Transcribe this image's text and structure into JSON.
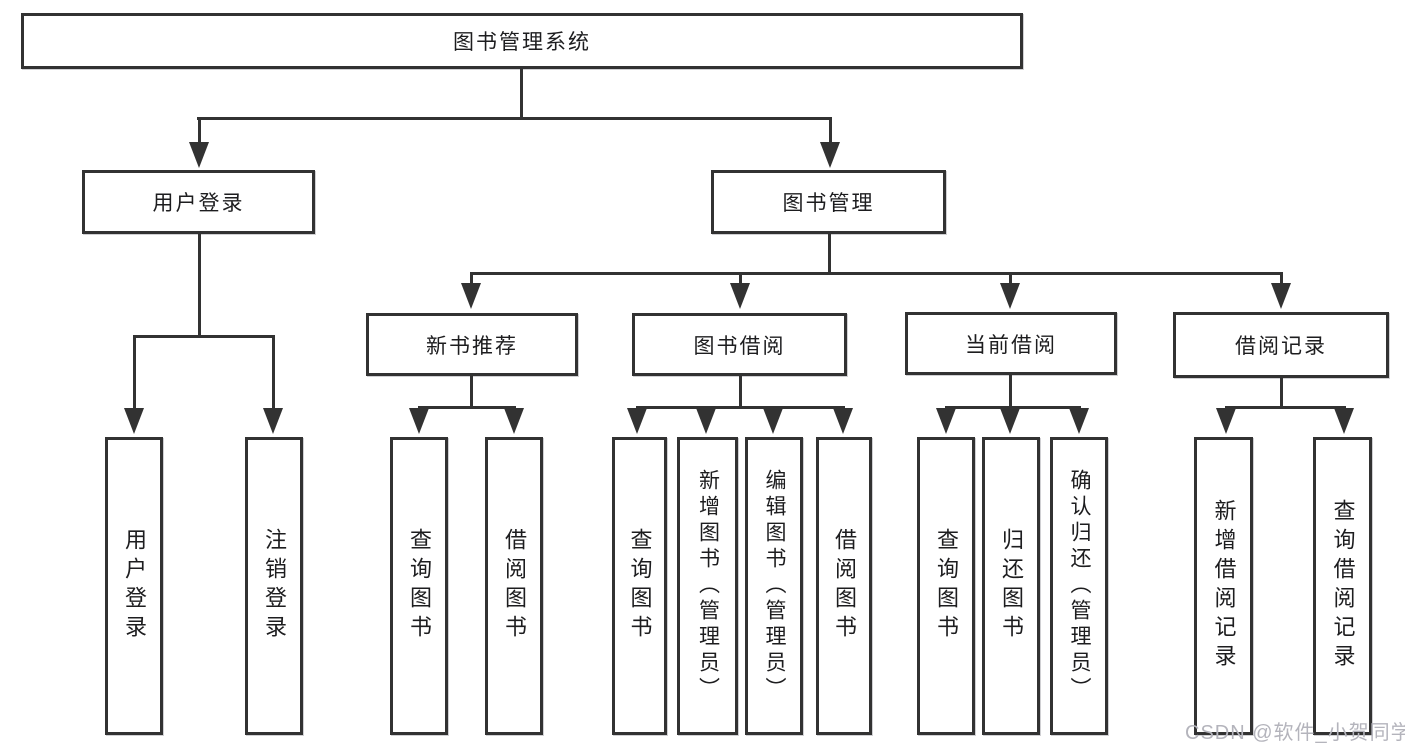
{
  "diagram_title": "图书管理系统",
  "watermark": "CSDN @软件_小贺同学",
  "colors": {
    "line": "#323232",
    "box_border": "#323232",
    "box_fill": "#ffffff",
    "text": "#1d1d1f",
    "watermark": "#b4b4bc",
    "background": "#ffffff"
  },
  "nodes": {
    "root": {
      "label": "图书管理系统"
    },
    "login": {
      "label": "用户登录"
    },
    "manage": {
      "label": "图书管理"
    },
    "recommend": {
      "label": "新书推荐"
    },
    "borrow": {
      "label": "图书借阅"
    },
    "current": {
      "label": "当前借阅"
    },
    "records": {
      "label": "借阅记录"
    },
    "login_user": {
      "label": "用户登录"
    },
    "login_logout": {
      "label": "注销登录"
    },
    "recommend_query": {
      "label": "查询图书"
    },
    "recommend_borrow": {
      "label": "借阅图书"
    },
    "borrow_query": {
      "label": "查询图书"
    },
    "borrow_add": {
      "label": "新增图书（管理员）"
    },
    "borrow_edit": {
      "label": "编辑图书（管理员）"
    },
    "borrow_borrow": {
      "label": "借阅图书"
    },
    "current_query": {
      "label": "查询图书"
    },
    "current_return": {
      "label": "归还图书"
    },
    "current_confirm": {
      "label": "确认归还（管理员）"
    },
    "records_add": {
      "label": "新增借阅记录"
    },
    "records_query": {
      "label": "查询借阅记录"
    }
  },
  "edges": [
    {
      "from": "图书管理系统",
      "to": [
        "用户登录",
        "图书管理"
      ]
    },
    {
      "from": "用户登录",
      "to": [
        "用户登录",
        "注销登录"
      ]
    },
    {
      "from": "图书管理",
      "to": [
        "新书推荐",
        "图书借阅",
        "当前借阅",
        "借阅记录"
      ]
    },
    {
      "from": "新书推荐",
      "to": [
        "查询图书",
        "借阅图书"
      ]
    },
    {
      "from": "图书借阅",
      "to": [
        "查询图书",
        "新增图书（管理员）",
        "编辑图书（管理员）",
        "借阅图书"
      ]
    },
    {
      "from": "当前借阅",
      "to": [
        "查询图书",
        "归还图书",
        "确认归还（管理员）"
      ]
    },
    {
      "from": "借阅记录",
      "to": [
        "新增借阅记录",
        "查询借阅记录"
      ]
    }
  ]
}
